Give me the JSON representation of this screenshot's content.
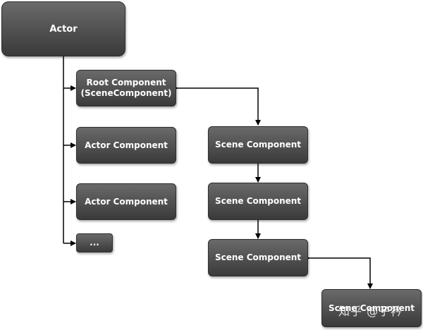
{
  "nodes": {
    "actor": "Actor",
    "root_component": "Root Component\n(SceneComponent)",
    "actor_component_1": "Actor Component",
    "actor_component_2": "Actor Component",
    "ellipsis": "...",
    "scene_component_1": "Scene Component",
    "scene_component_2": "Scene Component",
    "scene_component_3": "Scene Component",
    "scene_component_4": "Scene Component"
  },
  "watermark": "知乎 @子衿",
  "colors": {
    "node_fill_top": "#6a6a6a",
    "node_fill_bottom": "#3a3a3a",
    "connector": "#000000"
  }
}
